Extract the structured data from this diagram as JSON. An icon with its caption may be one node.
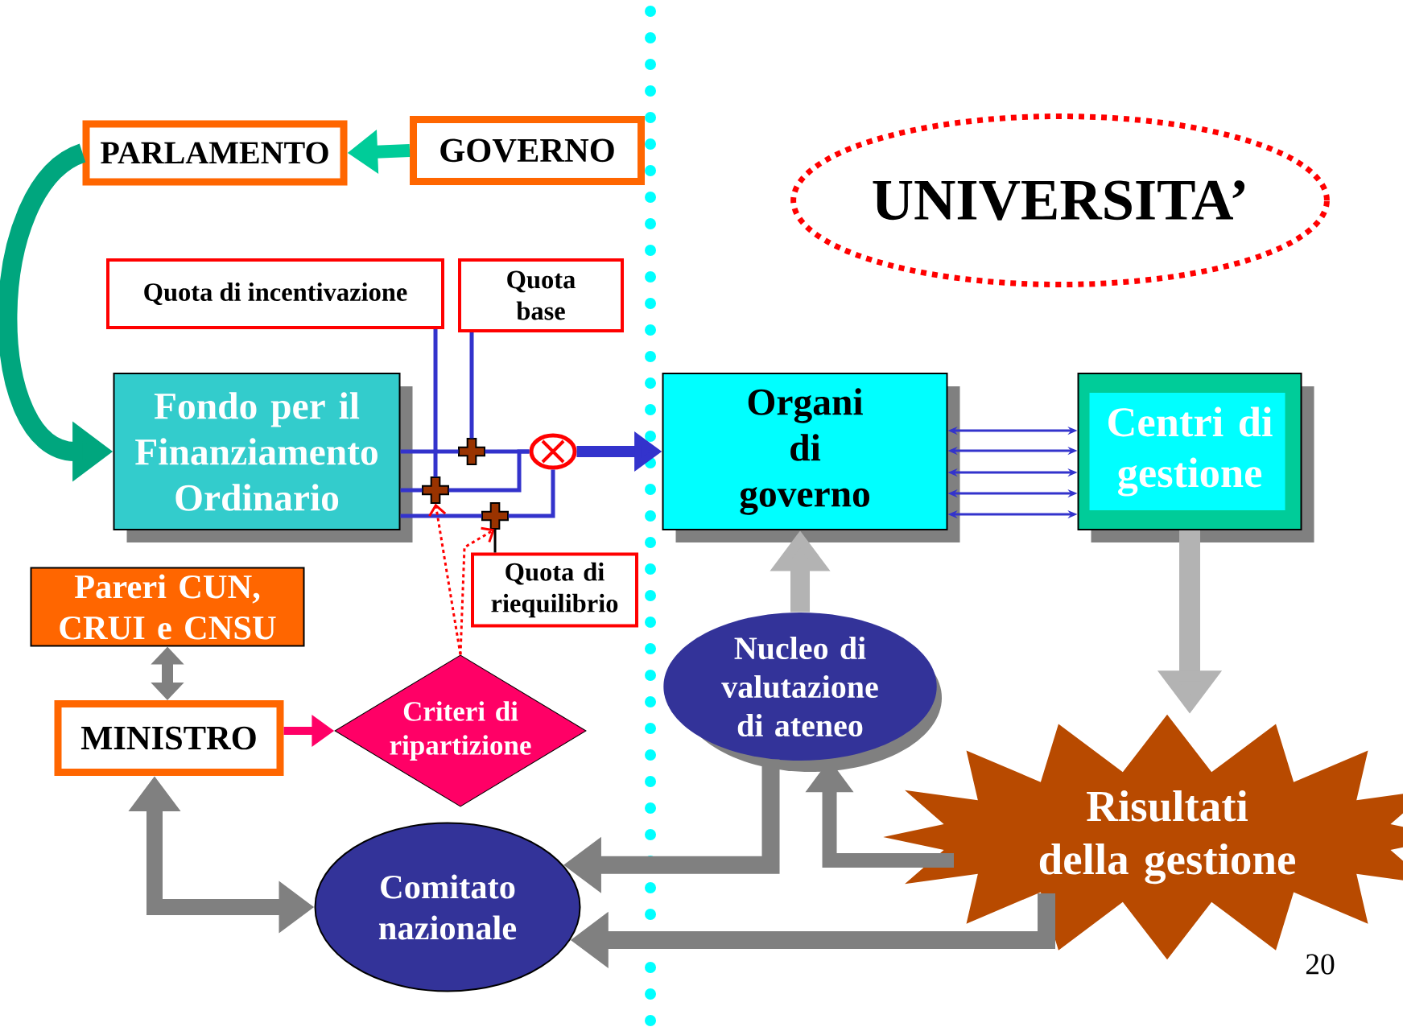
{
  "diagram": {
    "nodes": [
      {
        "text": [
          "PARLAMENTO"
        ]
      },
      {
        "text": [
          "GOVERNO"
        ]
      },
      {
        "text": [
          "UNIVERSITA’"
        ]
      },
      {
        "text": [
          "Quota di incentivazione"
        ]
      },
      {
        "text": [
          "Quota base"
        ]
      },
      {
        "text": [
          "Fondo per il Finanziamento Ordinario"
        ]
      },
      {
        "text": [
          "Organi di governo"
        ]
      },
      {
        "text": [
          "Centri di gestione"
        ]
      },
      {
        "text": [
          "Quota di riequilibrio"
        ]
      },
      {
        "text": [
          "Pareri CUN, CRUI e CNSU"
        ]
      },
      {
        "text": [
          "MINISTRO"
        ]
      },
      {
        "text": [
          "Criteri di ripartizione"
        ]
      },
      {
        "text": [
          "Nucleo di valutazione di ateneo"
        ]
      },
      {
        "text": [
          "Comitato nazionale"
        ]
      },
      {
        "text": [
          "Risultati della gestione"
        ]
      },
      {
        "text": [],
        "shape": "circle"
      },
      {
        "text": [],
        "shape": "cross"
      },
      {
        "text": [],
        "shape": "cross"
      },
      {
        "text": [],
        "shape": "cross"
      }
    ],
    "edges": [
      {
        "from": 1,
        "to": 0,
        "arrow": "to",
        "style": "thick",
        "color": "#00cc99"
      },
      {
        "from": 0,
        "to": 5,
        "arrow": "to",
        "style": "thick",
        "color": "#00a67e"
      },
      {
        "from": 5,
        "to": 16,
        "arrow": "none"
      },
      {
        "from": 16,
        "to": 15,
        "arrow": "none"
      },
      {
        "from": 5,
        "to": 17,
        "arrow": "none"
      },
      {
        "from": 17,
        "to": 15,
        "arrow": "none"
      },
      {
        "from": 5,
        "to": 18,
        "arrow": "none"
      },
      {
        "from": 18,
        "to": 15,
        "arrow": "none"
      },
      {
        "from": 3,
        "to": 17,
        "arrow": "none"
      },
      {
        "from": 4,
        "to": 16,
        "arrow": "none"
      },
      {
        "from": 15,
        "to": 6,
        "arrow": "to",
        "style": "thick"
      },
      {
        "from": 6,
        "to": 7,
        "arrow": "both"
      },
      {
        "from": 6,
        "to": 7,
        "arrow": "both"
      },
      {
        "from": 6,
        "to": 7,
        "arrow": "both"
      },
      {
        "from": 6,
        "to": 7,
        "arrow": "both"
      },
      {
        "from": 6,
        "to": 7,
        "arrow": "both"
      },
      {
        "from": 11,
        "to": 17,
        "arrow": "to",
        "style": "dashed",
        "color": "#ff0000"
      },
      {
        "from": 11,
        "to": 18,
        "arrow": "to",
        "style": "dashed",
        "color": "#ff0000"
      },
      {
        "from": 8,
        "to": 18,
        "arrow": "none",
        "color": "#000000"
      },
      {
        "from": 12,
        "to": 6,
        "arrow": "to",
        "style": "thick",
        "color": "#b3b3b3"
      },
      {
        "from": 7,
        "to": 14,
        "arrow": "to",
        "style": "thick",
        "color": "#b3b3b3"
      },
      {
        "from": 9,
        "to": 10,
        "arrow": "both",
        "style": "thick",
        "color": "#808080"
      },
      {
        "from": 10,
        "to": 11,
        "arrow": "to",
        "style": "thick",
        "color": "#ff0066"
      },
      {
        "from": 10,
        "to": 13,
        "arrow": "both",
        "style": "thick",
        "color": "#808080"
      },
      {
        "from": 14,
        "to": 12,
        "arrow": "to",
        "style": "thick",
        "color": "#808080"
      },
      {
        "from": 12,
        "to": 13,
        "arrow": "to",
        "style": "thick",
        "color": "#808080"
      },
      {
        "from": 14,
        "to": 13,
        "arrow": "to",
        "style": "thick",
        "color": "#808080"
      }
    ],
    "labels": [
      "20"
    ]
  }
}
